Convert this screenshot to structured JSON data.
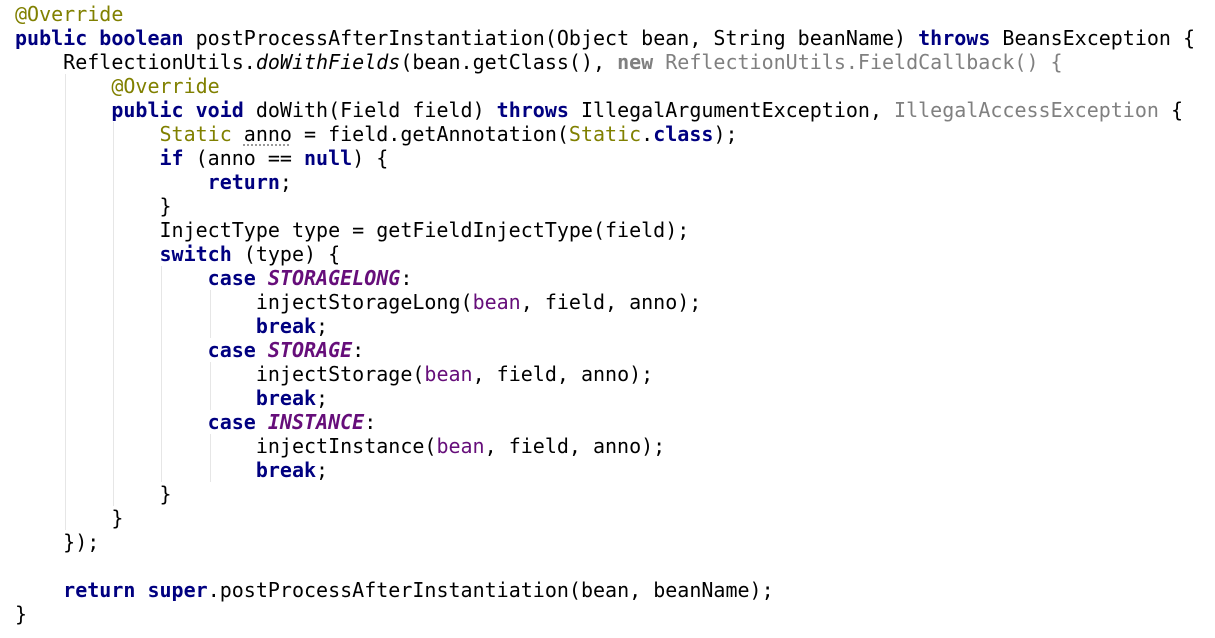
{
  "editor": {
    "lines": [
      [
        {
          "t": "@Override",
          "c": "ann"
        }
      ],
      [
        {
          "t": "public",
          "c": "kw"
        },
        {
          "t": " "
        },
        {
          "t": "boolean",
          "c": "kw"
        },
        {
          "t": " postProcessAfterInstantiation(Object bean, String beanName) "
        },
        {
          "t": "throws",
          "c": "kw"
        },
        {
          "t": " BeansException {"
        }
      ],
      [
        {
          "t": "    ReflectionUtils."
        },
        {
          "t": "doWithFields",
          "c": "mi"
        },
        {
          "t": "(bean.getClass(), "
        },
        {
          "t": "new",
          "c": "kw gray"
        },
        {
          "t": " ReflectionUtils.FieldCallback() {",
          "c": "gray"
        }
      ],
      [
        {
          "t": "        "
        },
        {
          "t": "@Override",
          "c": "ann"
        }
      ],
      [
        {
          "t": "        "
        },
        {
          "t": "public",
          "c": "kw"
        },
        {
          "t": " "
        },
        {
          "t": "void",
          "c": "kw"
        },
        {
          "t": " doWith(Field field) "
        },
        {
          "t": "throws",
          "c": "kw"
        },
        {
          "t": " IllegalArgumentException, "
        },
        {
          "t": "IllegalAccessException",
          "c": "gray"
        },
        {
          "t": " {"
        }
      ],
      [
        {
          "t": "            "
        },
        {
          "t": "Static",
          "c": "cls"
        },
        {
          "t": " "
        },
        {
          "t": "anno",
          "c": "unused"
        },
        {
          "t": " = field.getAnnotation("
        },
        {
          "t": "Static",
          "c": "cls"
        },
        {
          "t": "."
        },
        {
          "t": "class",
          "c": "kw"
        },
        {
          "t": ");"
        }
      ],
      [
        {
          "t": "            "
        },
        {
          "t": "if",
          "c": "kw"
        },
        {
          "t": " (anno == "
        },
        {
          "t": "null",
          "c": "kw"
        },
        {
          "t": ") {"
        }
      ],
      [
        {
          "t": "                "
        },
        {
          "t": "return",
          "c": "kw"
        },
        {
          "t": ";"
        }
      ],
      [
        {
          "t": "            }"
        }
      ],
      [
        {
          "t": "            InjectType type = getFieldInjectType(field);"
        }
      ],
      [
        {
          "t": "            "
        },
        {
          "t": "switch",
          "c": "kw"
        },
        {
          "t": " (type) {"
        }
      ],
      [
        {
          "t": "                "
        },
        {
          "t": "case",
          "c": "kw"
        },
        {
          "t": " "
        },
        {
          "t": "STORAGELONG",
          "c": "cst"
        },
        {
          "t": ":"
        }
      ],
      [
        {
          "t": "                    injectStorageLong("
        },
        {
          "t": "bean",
          "c": "par"
        },
        {
          "t": ", field, anno);"
        }
      ],
      [
        {
          "t": "                    "
        },
        {
          "t": "break",
          "c": "kw"
        },
        {
          "t": ";"
        }
      ],
      [
        {
          "t": "                "
        },
        {
          "t": "case",
          "c": "kw"
        },
        {
          "t": " "
        },
        {
          "t": "STORAGE",
          "c": "cst"
        },
        {
          "t": ":"
        }
      ],
      [
        {
          "t": "                    injectStorage("
        },
        {
          "t": "bean",
          "c": "par"
        },
        {
          "t": ", field, anno);"
        }
      ],
      [
        {
          "t": "                    "
        },
        {
          "t": "break",
          "c": "kw"
        },
        {
          "t": ";"
        }
      ],
      [
        {
          "t": "                "
        },
        {
          "t": "case",
          "c": "kw"
        },
        {
          "t": " "
        },
        {
          "t": "INSTANCE",
          "c": "cst"
        },
        {
          "t": ":"
        }
      ],
      [
        {
          "t": "                    injectInstance("
        },
        {
          "t": "bean",
          "c": "par"
        },
        {
          "t": ", field, anno);"
        }
      ],
      [
        {
          "t": "                    "
        },
        {
          "t": "break",
          "c": "kw"
        },
        {
          "t": ";"
        }
      ],
      [
        {
          "t": "            }"
        }
      ],
      [
        {
          "t": "        }"
        }
      ],
      [
        {
          "t": "    });"
        }
      ],
      [
        {
          "t": ""
        }
      ],
      [
        {
          "t": "    "
        },
        {
          "t": "return",
          "c": "kw"
        },
        {
          "t": " "
        },
        {
          "t": "super",
          "c": "kw"
        },
        {
          "t": ".postProcessAfterInstantiation(bean, beanName);"
        }
      ],
      [
        {
          "t": "}"
        }
      ]
    ]
  },
  "colors": {
    "keyword": "#000080",
    "annotation": "#808000",
    "parameter": "#660e7a",
    "constant": "#660e7a",
    "muted": "#808080",
    "background": "#ffffff"
  }
}
